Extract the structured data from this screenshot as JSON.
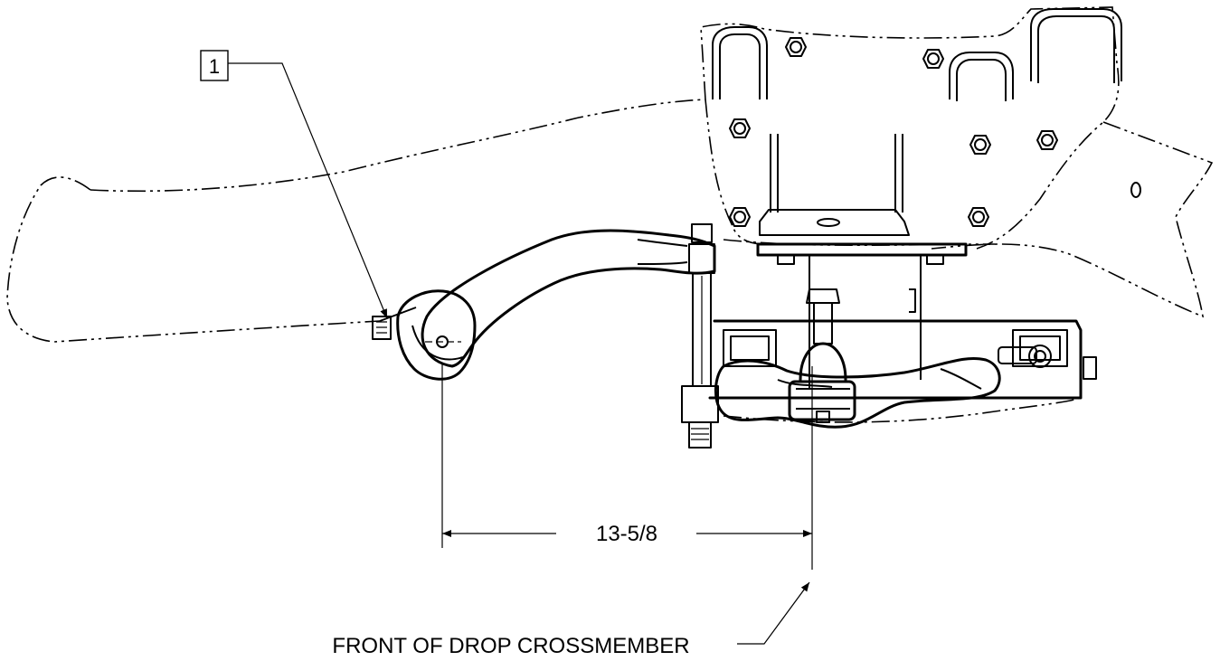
{
  "callout": {
    "item_number": "1"
  },
  "dimension": {
    "value": "13-5/8"
  },
  "reference_label": "FRONT OF DROP CROSSMEMBER",
  "colors": {
    "ink": "#000000",
    "background": "#ffffff"
  }
}
